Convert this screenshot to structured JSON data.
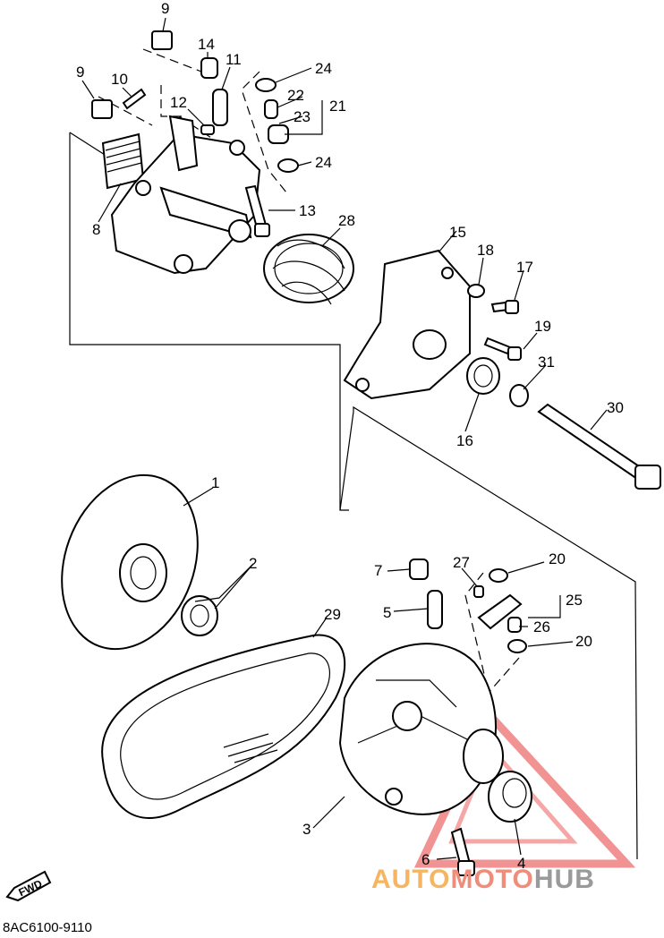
{
  "diagram": {
    "code": "8AC6100-9110",
    "fwd_label": "FWD",
    "watermark": {
      "part1": "AUTO",
      "part2": "MOTO",
      "part3": "HUB",
      "color1": "#f5b562",
      "color2": "#f08c7a",
      "color3": "#9a9a9a",
      "triangle_color": "#e83a3a"
    },
    "callouts": {
      "c1": "1",
      "c2": "2",
      "c3": "3",
      "c4": "4",
      "c5": "5",
      "c6": "6",
      "c7": "7",
      "c8": "8",
      "c9a": "9",
      "c9b": "9",
      "c10": "10",
      "c11": "11",
      "c12": "12",
      "c13": "13",
      "c14": "14",
      "c15": "15",
      "c16": "16",
      "c17": "17",
      "c18": "18",
      "c19": "19",
      "c20a": "20",
      "c20b": "20",
      "c21": "21",
      "c22": "22",
      "c23": "23",
      "c24a": "24",
      "c24b": "24",
      "c25": "25",
      "c26": "26",
      "c27": "27",
      "c28": "28",
      "c29": "29",
      "c30": "30",
      "c31": "31"
    }
  }
}
